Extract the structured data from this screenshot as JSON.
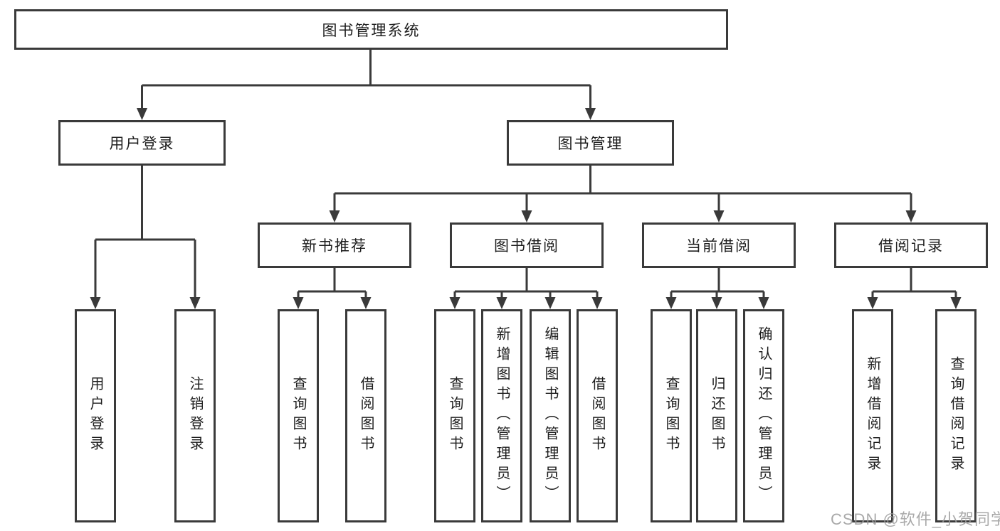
{
  "diagram": {
    "title": "图书管理系统",
    "branches": {
      "user_login": {
        "label": "用户登录",
        "children": [
          "用户登录",
          "注销登录"
        ]
      },
      "book_management": {
        "label": "图书管理",
        "sections": [
          {
            "label": "新书推荐",
            "children": [
              "查询图书",
              "借阅图书"
            ]
          },
          {
            "label": "图书借阅",
            "children": [
              "查询图书",
              "新增图书（管理员）",
              "编辑图书（管理员）",
              "借阅图书"
            ]
          },
          {
            "label": "当前借阅",
            "children": [
              "查询图书",
              "归还图书",
              "确认归还（管理员）"
            ]
          },
          {
            "label": "借阅记录",
            "children": [
              "新增借阅记录",
              "查询借阅记录"
            ]
          }
        ]
      }
    }
  },
  "watermark": "CSDN @软件_小贺同学",
  "colors": {
    "line": "#3a3a3a",
    "box_border": "#3a3a3a",
    "text": "#1e1e1e",
    "watermark": "#9b9b9b",
    "background": "#ffffff"
  }
}
